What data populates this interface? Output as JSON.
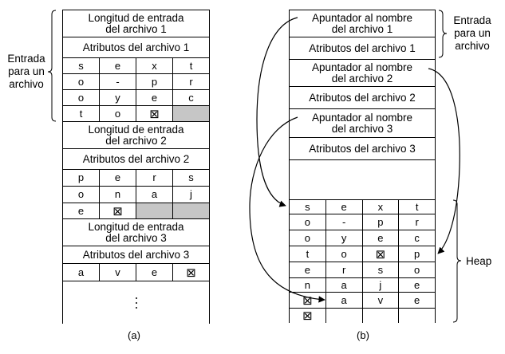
{
  "panel_a": {
    "caption": "(a)",
    "brace_label": [
      "Entrada",
      "para un",
      "archivo"
    ],
    "entries": [
      {
        "length": [
          "Longitud de entrada",
          "del archivo 1"
        ],
        "attributes": "Atributos del archivo 1",
        "rows": [
          [
            "s",
            "e",
            "x",
            "t"
          ],
          [
            "o",
            "-",
            "p",
            "r"
          ],
          [
            "o",
            "y",
            "e",
            "c"
          ],
          [
            "t",
            "o",
            "⊠",
            ""
          ]
        ]
      },
      {
        "length": [
          "Longitud de entrada",
          "del archivo 2"
        ],
        "attributes": "Atributos del archivo 2",
        "rows": [
          [
            "p",
            "e",
            "r",
            "s"
          ],
          [
            "o",
            "n",
            "a",
            "j"
          ],
          [
            "e",
            "⊠",
            "",
            ""
          ]
        ]
      },
      {
        "length": [
          "Longitud de entrada",
          "del archivo 3"
        ],
        "attributes": "Atributos del archivo 3",
        "rows": [
          [
            "a",
            "v",
            "e",
            "⊠"
          ]
        ]
      }
    ]
  },
  "panel_b": {
    "caption": "(b)",
    "brace_label": [
      "Entrada",
      "para un",
      "archivo"
    ],
    "heap_label": "Heap",
    "entries": [
      {
        "pointer": [
          "Apuntador al nombre",
          "del archivo 1"
        ],
        "attributes": "Atributos del archivo 1"
      },
      {
        "pointer": [
          "Apuntador al nombre",
          "del archivo 2"
        ],
        "attributes": "Atributos del archivo 2"
      },
      {
        "pointer": [
          "Apuntador al nombre",
          "del archivo 3"
        ],
        "attributes": "Atributos del archivo 3"
      }
    ],
    "heap_rows": [
      [
        "s",
        "e",
        "x",
        "t"
      ],
      [
        "o",
        "-",
        "p",
        "r"
      ],
      [
        "o",
        "y",
        "e",
        "c"
      ],
      [
        "t",
        "o",
        "⊠",
        "p"
      ],
      [
        "e",
        "r",
        "s",
        "o"
      ],
      [
        "n",
        "a",
        "j",
        "e"
      ],
      [
        "⊠",
        "a",
        "v",
        "e"
      ],
      [
        "⊠",
        "",
        "",
        ""
      ]
    ]
  },
  "colors": {
    "padding_fill": "#c6c6c6",
    "line": "#000000"
  }
}
